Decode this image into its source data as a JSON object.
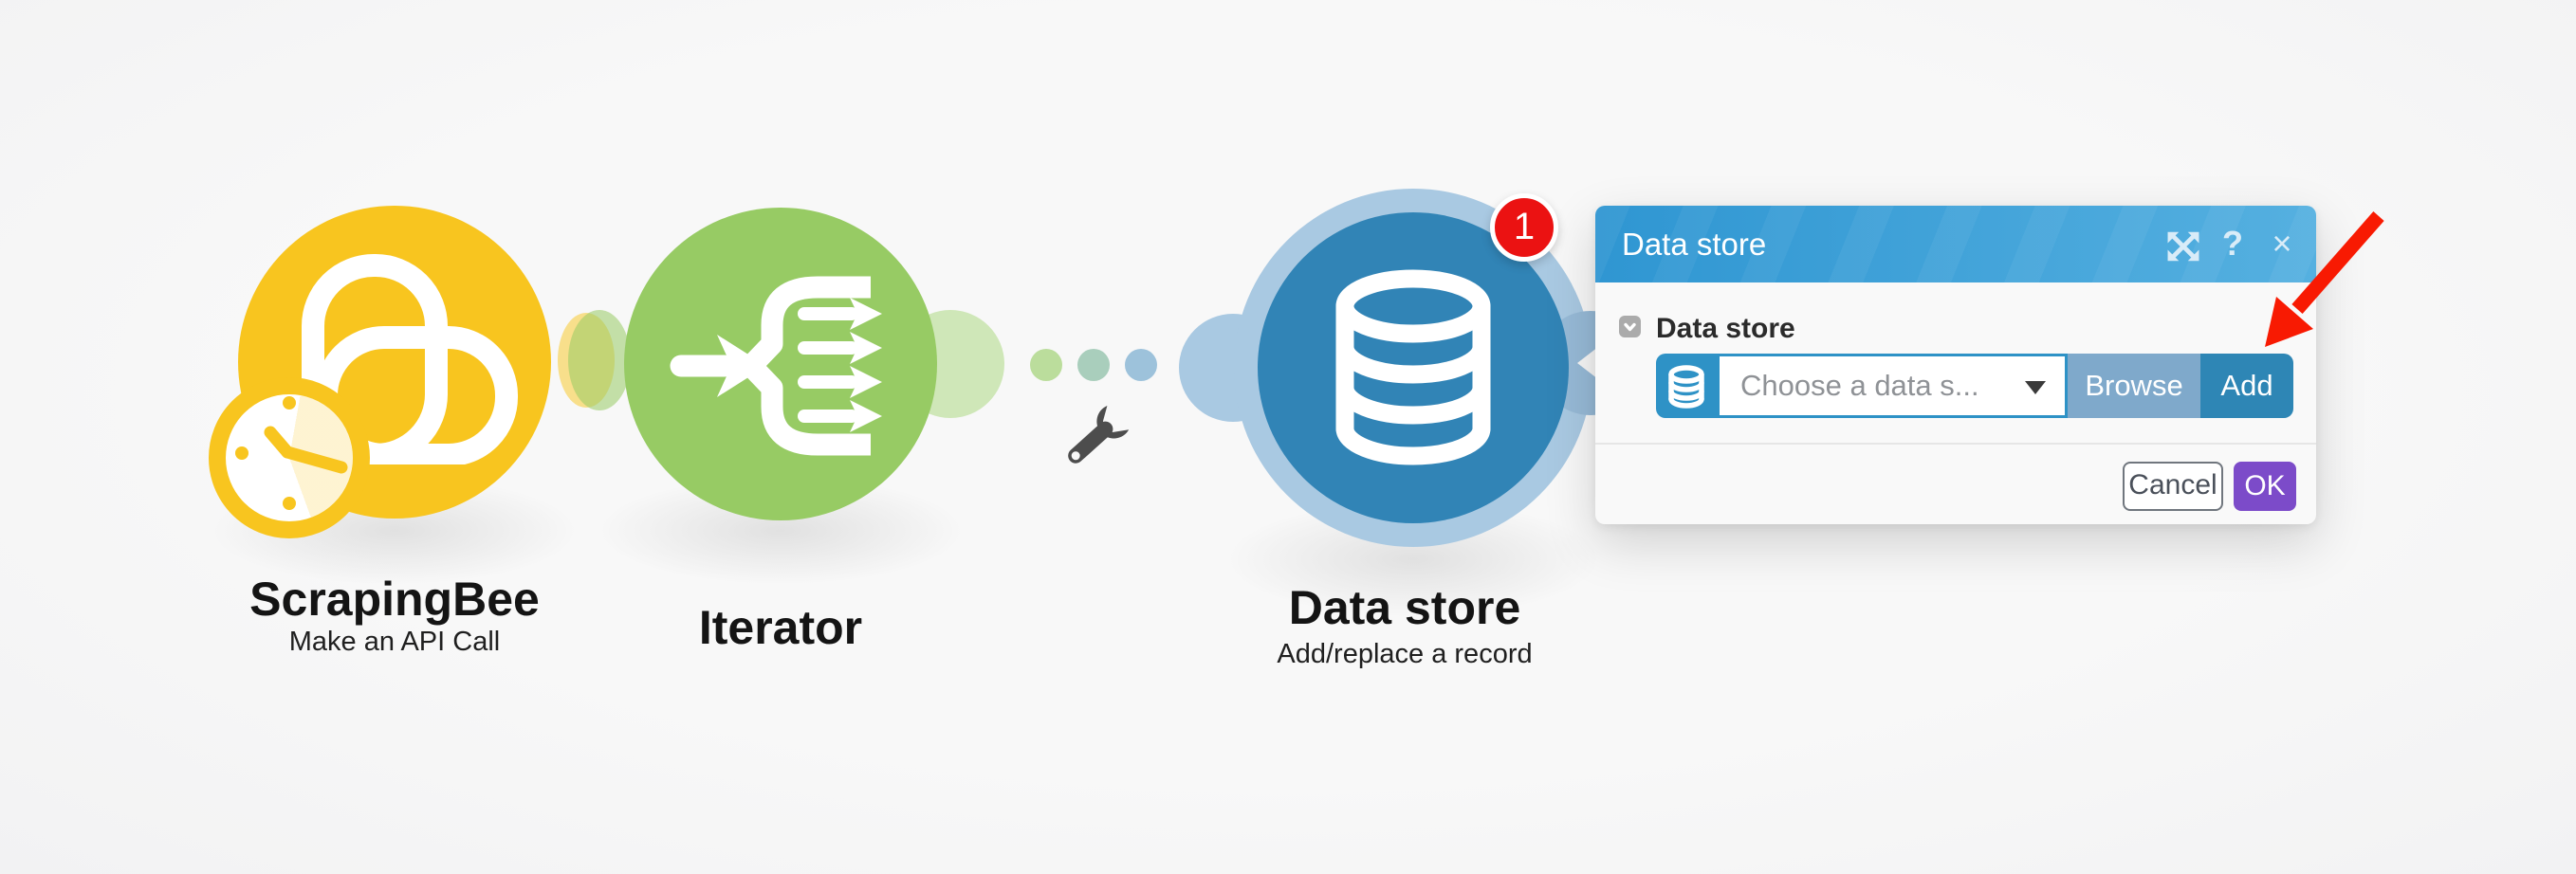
{
  "canvas": {
    "scrapingbee": {
      "title": "ScrapingBee",
      "subtitle": "Make an API Call",
      "color": "#F8C51F",
      "icon": "scrapingbee-logo-icon",
      "scheduler_icon": "clock-icon"
    },
    "iterator": {
      "title": "Iterator",
      "color": "#97CB64",
      "icon": "iterator-split-icon"
    },
    "datastore": {
      "title": "Data store",
      "subtitle": "Add/replace a record",
      "color": "#3184B6",
      "ring_color": "#A9C9E2",
      "badge_count": "1",
      "badge_color": "#EB1212",
      "icon": "database-icon"
    },
    "route_settings_icon": "wrench-icon",
    "connector_dot_colors": [
      "#BBDD9C",
      "#A9CEBC",
      "#9DC2DB"
    ]
  },
  "dialog": {
    "title": "Data store",
    "expand_icon": "expand-icon",
    "help_glyph": "?",
    "close_glyph": "×",
    "checkbox_label": "Data store",
    "select_placeholder": "Choose a data s...",
    "select_icon": "database-icon",
    "browse_label": "Browse",
    "add_label": "Add",
    "cancel_label": "Cancel",
    "ok_label": "OK",
    "colors": {
      "header_left": "#2F96D2",
      "header_right": "#55B0E0",
      "accent_blue": "#2E92C6",
      "browse_bg": "#7FA9CB",
      "add_bg": "#2E86B5",
      "ok_purple": "#7C4BC9"
    }
  },
  "annotation": {
    "type": "red-arrow-pointing-to-add-button",
    "arrow_color": "#F81A02"
  }
}
